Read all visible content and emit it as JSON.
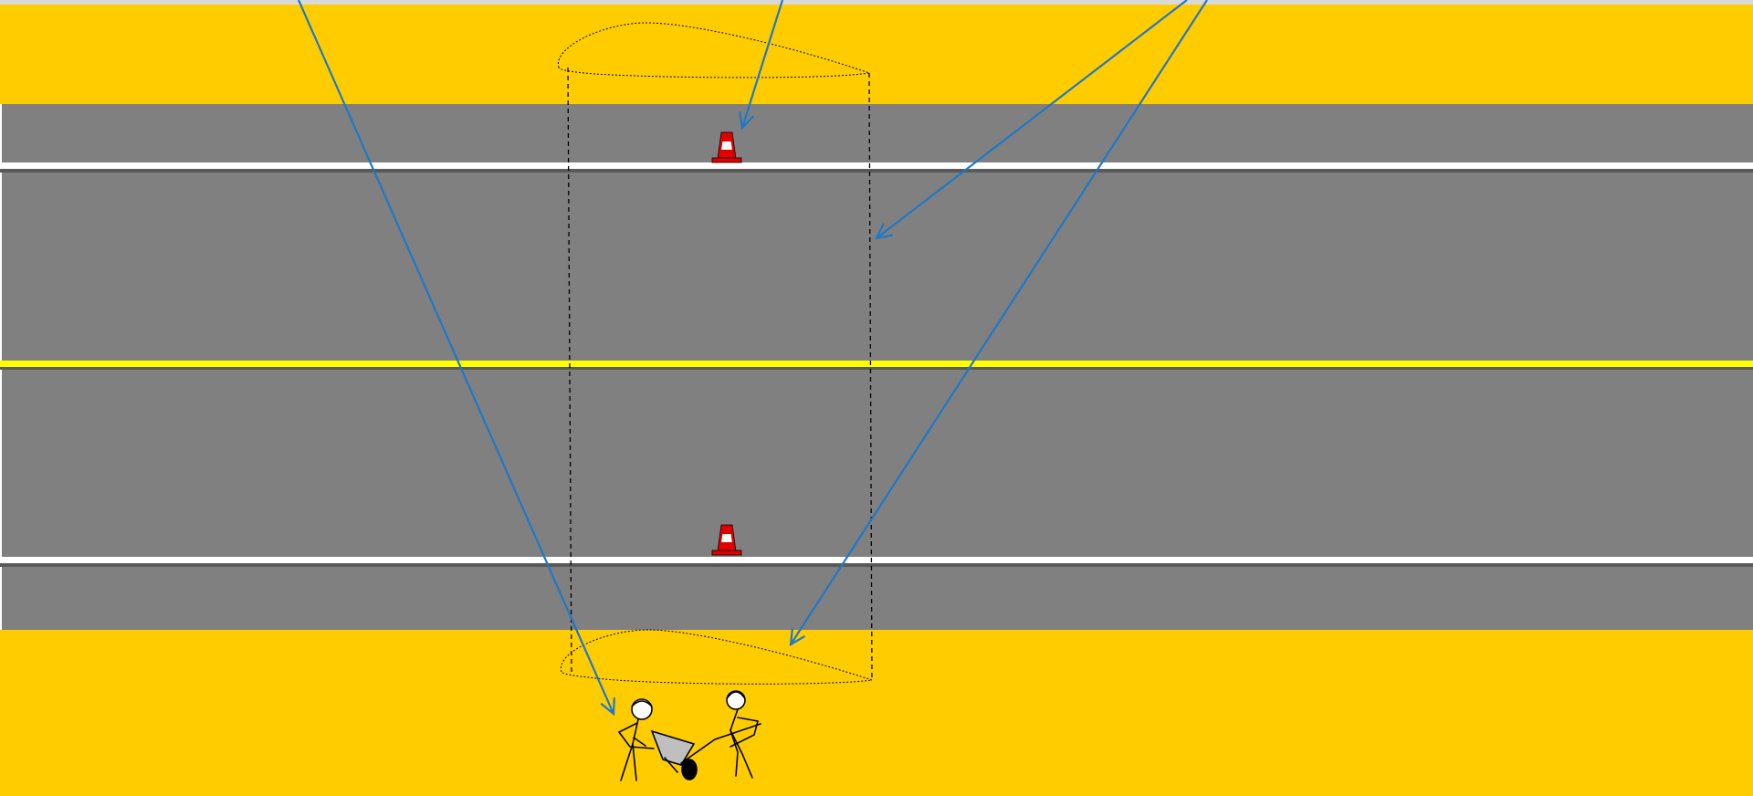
{
  "colors": {
    "verge": "#FFCC00",
    "asphalt": "#808080",
    "lane_line": "#FFFFFF",
    "center_line": "#FFFF00",
    "line_shadow": "#595959",
    "arrow": "#1F78C8",
    "outline": "#000000",
    "cone_red": "#E00000",
    "cone_white": "#FFFFFF",
    "worker": "#000000",
    "wheelbarrow_body": "#BFBFBF",
    "top_strip": "#D9D9D9"
  },
  "scene": {
    "elements": [
      "top-verge",
      "road-surface",
      "lane-line-upper",
      "center-line",
      "lane-line-lower",
      "bottom-verge",
      "traffic-cone-upper",
      "traffic-cone-lower",
      "work-zone-cylinder",
      "worker-left",
      "worker-right",
      "wheelbarrow",
      "callout-arrow-1",
      "callout-arrow-2",
      "callout-arrow-3",
      "callout-arrow-4"
    ]
  }
}
